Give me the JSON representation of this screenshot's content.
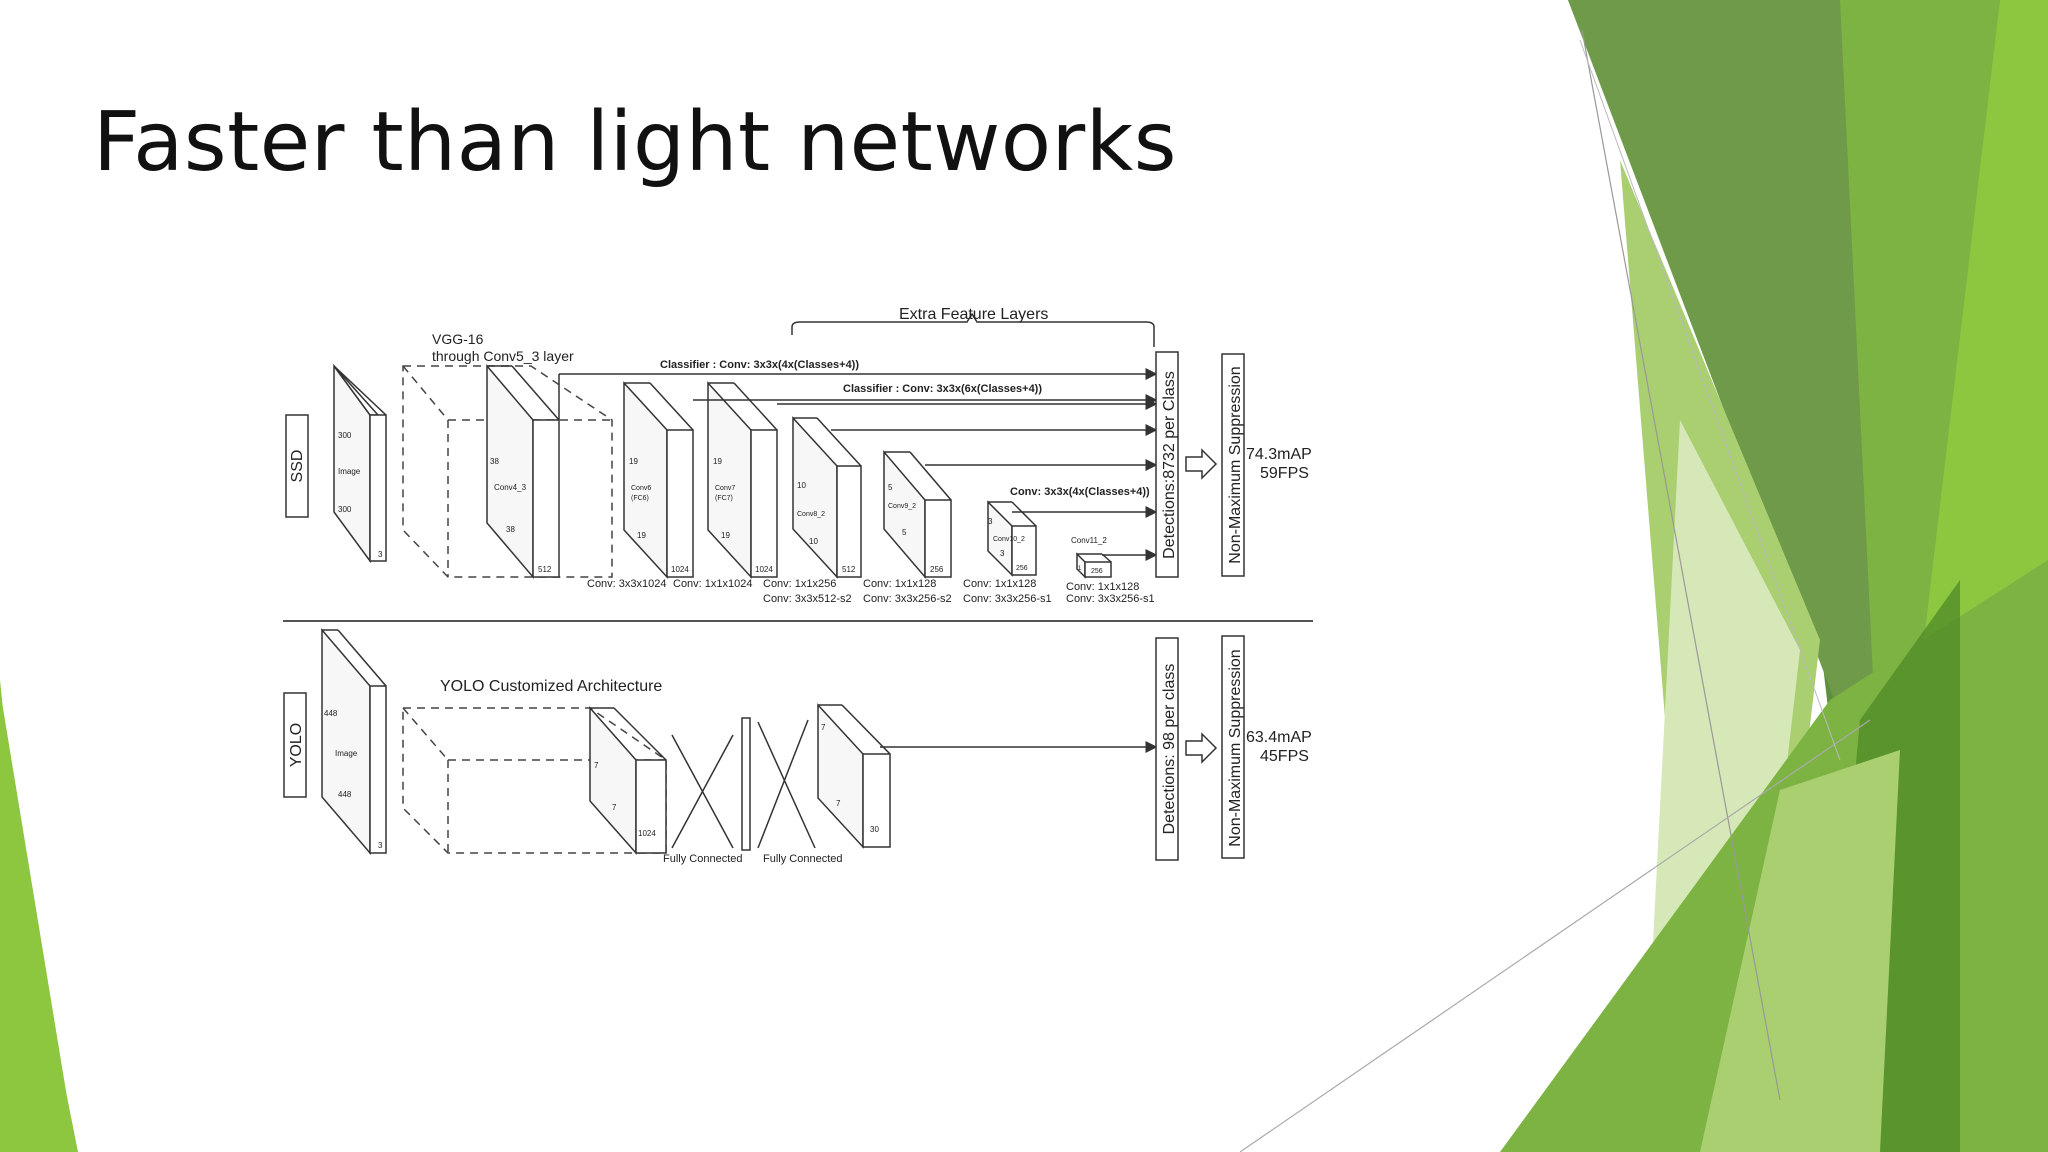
{
  "slide": {
    "title": "Faster than light networks",
    "accent_colors": [
      "#8dc63f",
      "#5f8f3e",
      "#4e8a27",
      "#a9cf70",
      "#d7e8b8"
    ]
  },
  "diagram": {
    "ssd": {
      "tag": "SSD",
      "vgg_label_1": "VGG-16",
      "vgg_label_2": "through Conv5_3 layer",
      "extra_feature_layers": "Extra Feature Layers",
      "classifier_1": "Classifier : Conv: 3x3x(4x(Classes+4))",
      "classifier_2": "Classifier : Conv: 3x3x(6x(Classes+4))",
      "classifier_3": "Conv: 3x3x(4x(Classes+4))",
      "input": {
        "top": "300",
        "mid": "Image",
        "bottom": "300",
        "depth": "3"
      },
      "conv4": {
        "top": "38",
        "mid": "Conv4_3",
        "bottom": "38",
        "depth": "512"
      },
      "conv6": {
        "top": "19",
        "mid1": "Conv6",
        "mid2": "(FC6)",
        "bottom": "19",
        "depth": "1024"
      },
      "conv7": {
        "top": "19",
        "mid1": "Conv7",
        "mid2": "(FC7)",
        "bottom": "19",
        "depth": "1024"
      },
      "conv8": {
        "top": "10",
        "mid": "Conv8_2",
        "bottom": "10",
        "depth": "512"
      },
      "conv9": {
        "top": "5",
        "mid": "Conv9_2",
        "bottom": "5",
        "depth": "256"
      },
      "conv10": {
        "top": "3",
        "mid": "Conv10_2",
        "bottom": "3",
        "depth": "256"
      },
      "conv11": {
        "label": "Conv11_2",
        "depth": "256",
        "side": "1"
      },
      "bottom_1": "Conv: 3x3x1024",
      "bottom_2": "Conv: 1x1x1024",
      "bottom_3a": "Conv: 1x1x256",
      "bottom_3b": "Conv:  3x3x512-s2",
      "bottom_4a": "Conv: 1x1x128",
      "bottom_4b": "Conv: 3x3x256-s2",
      "bottom_5a": "Conv: 1x1x128",
      "bottom_5b": "Conv: 3x3x256-s1",
      "bottom_6a": "Conv: 1x1x128",
      "bottom_6b": "Conv: 3x3x256-s1",
      "detections": "Detections:8732  per Class",
      "nms": "Non-Maximum Suppression",
      "map": "74.3mAP",
      "fps": "59FPS"
    },
    "yolo": {
      "tag": "YOLO",
      "arch_label": "YOLO Customized Architecture",
      "input": {
        "top": "448",
        "mid": "Image",
        "bottom": "448",
        "depth": "3"
      },
      "conv": {
        "top": "7",
        "bottom": "7",
        "depth": "1024"
      },
      "out": {
        "top": "7",
        "bottom": "7",
        "depth": "30"
      },
      "fc_1": "Fully Connected",
      "fc_2": "Fully Connected",
      "detections": "Detections: 98 per class",
      "nms": "Non-Maximum Suppression",
      "map": "63.4mAP",
      "fps": "45FPS"
    }
  }
}
